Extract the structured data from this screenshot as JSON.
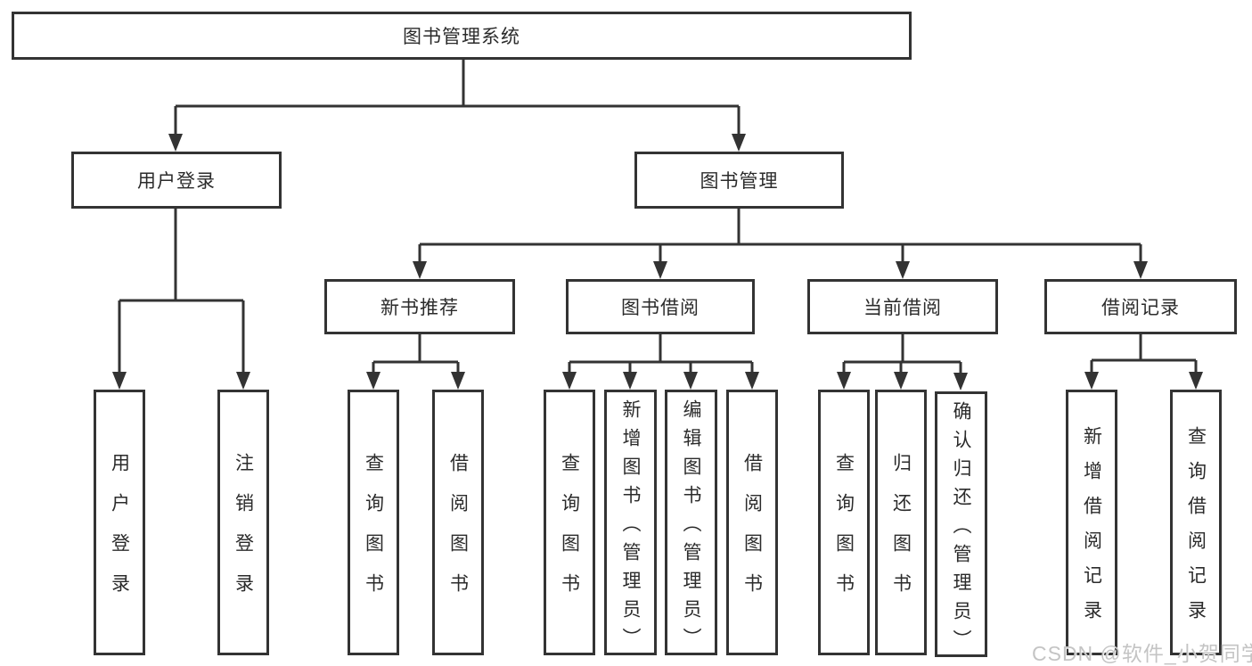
{
  "tree": {
    "label": "图书管理系统",
    "children": [
      {
        "label": "用户登录",
        "children": [
          {
            "label": "用户登录"
          },
          {
            "label": "注销登录"
          }
        ]
      },
      {
        "label": "图书管理",
        "children": [
          {
            "label": "新书推荐",
            "children": [
              {
                "label": "查询图书"
              },
              {
                "label": "借阅图书"
              }
            ]
          },
          {
            "label": "图书借阅",
            "children": [
              {
                "label": "查询图书"
              },
              {
                "label": "新增图书（管理员）"
              },
              {
                "label": "编辑图书（管理员）"
              },
              {
                "label": "借阅图书"
              }
            ]
          },
          {
            "label": "当前借阅",
            "children": [
              {
                "label": "查询图书"
              },
              {
                "label": "归还图书"
              },
              {
                "label": "确认归还（管理员）"
              }
            ]
          },
          {
            "label": "借阅记录",
            "children": [
              {
                "label": "新增借阅记录"
              },
              {
                "label": "查询借阅记录"
              }
            ]
          }
        ]
      }
    ]
  },
  "watermark": "CSDN @软件_小贺同学",
  "colors": {
    "line": "#333333",
    "text": "#2b2b2b",
    "watermark": "#c4c4c4",
    "background": "#ffffff"
  }
}
